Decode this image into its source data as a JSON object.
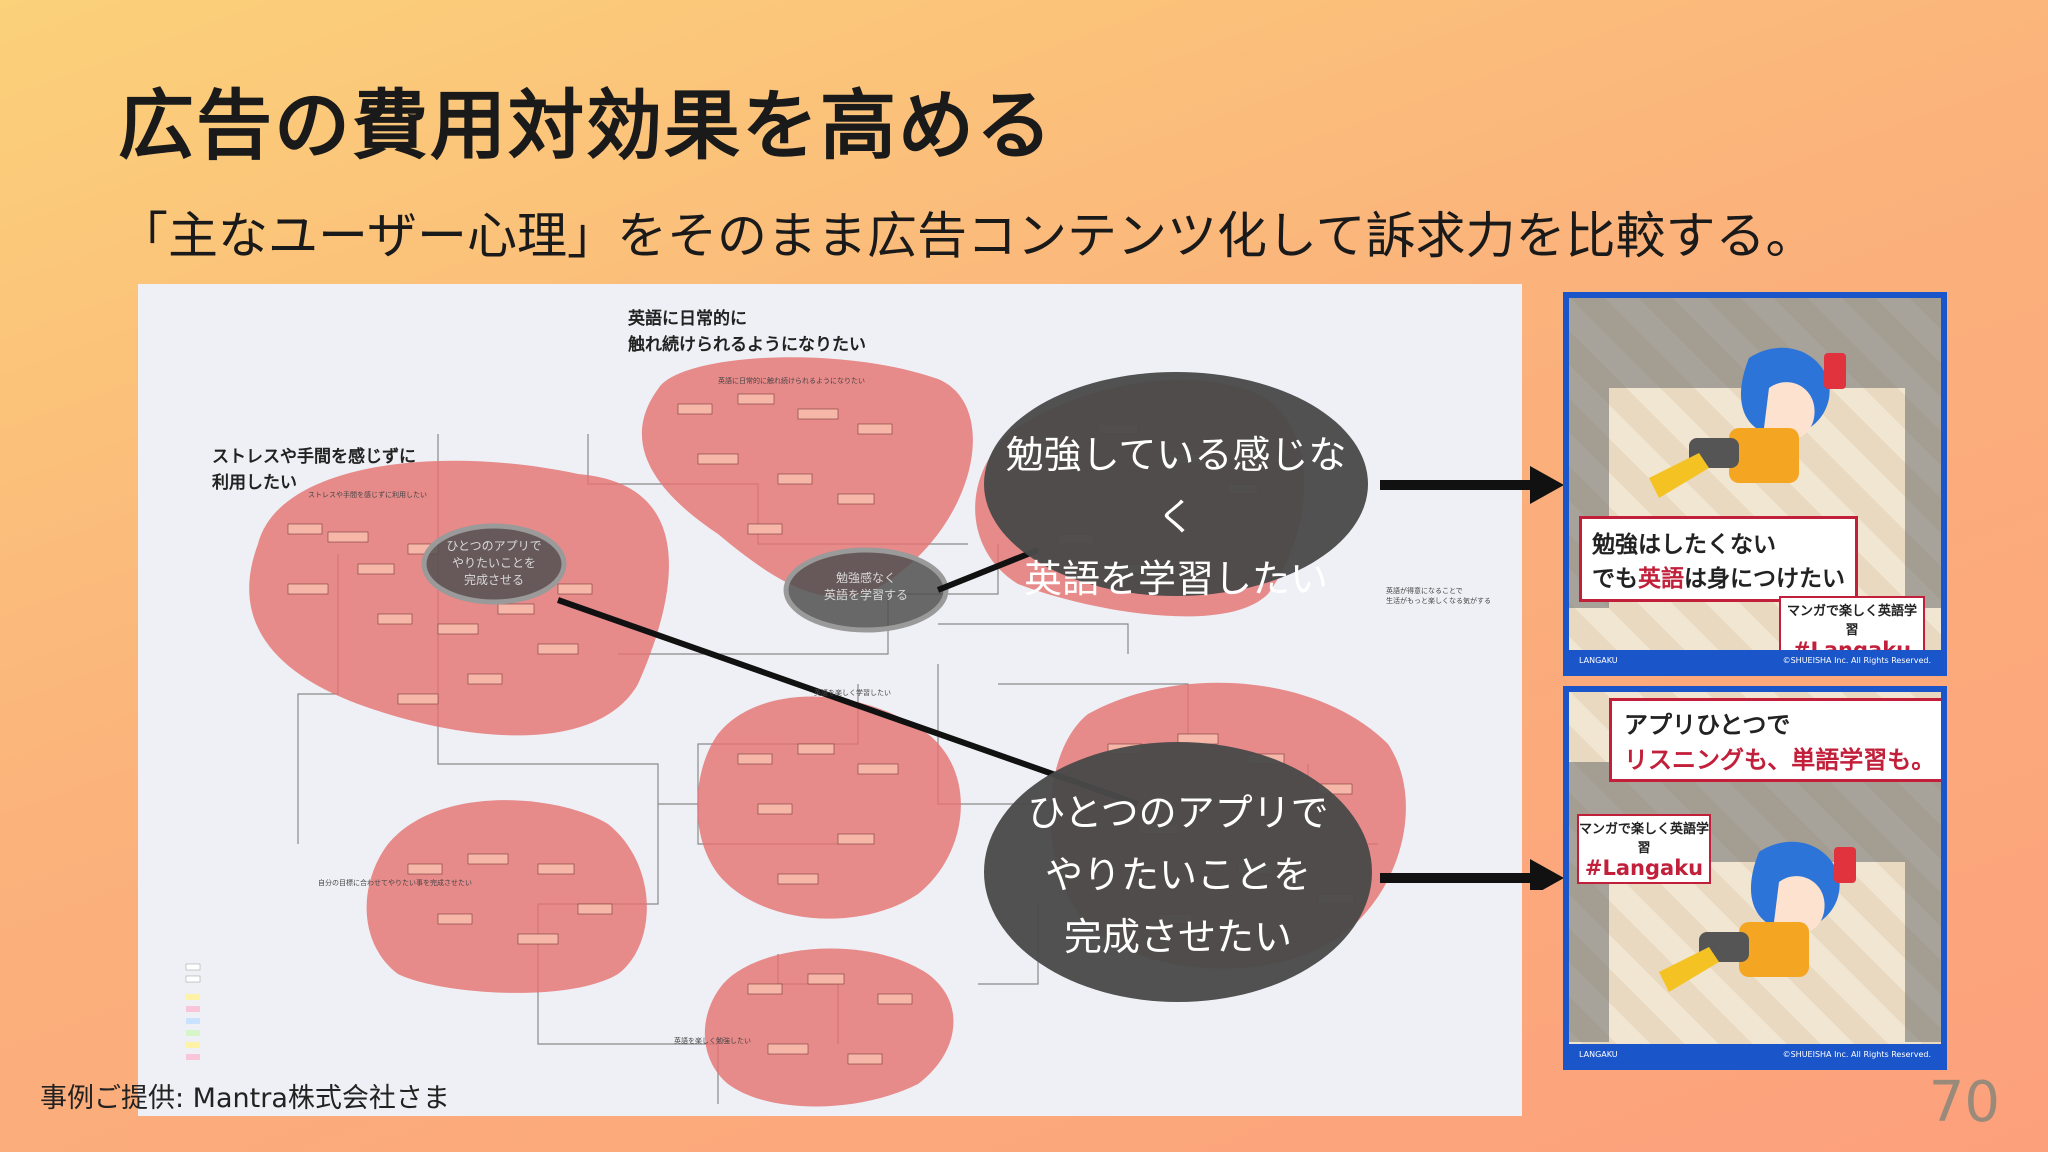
{
  "slide": {
    "title": "広告の費用対効果を高める",
    "subtitle": "「主なユーザー心理」をそのまま広告コンテンツ化して訴求力を比較する。",
    "caption": "事例ご提供: Mantra株式会社さま",
    "page_number": "70"
  },
  "board": {
    "label_top": "英語に日常的に\n触れ続けられるようになりたい",
    "label_left": "ストレスや手間を感じずに\n利用したい",
    "small_oval_left": "ひとつのアプリで\nやりたいことを\n完成させる",
    "small_oval_mid": "勉強感なく\n英語を学習する",
    "tiny_label_left": "ストレスや手間を感じずに利用したい",
    "tiny_label_top": "英語に日常的に触れ続けられるようになりたい",
    "tiny_label_bottom_left": "自分の目標に合わせてやりたい事を完成させたい",
    "tiny_label_center": "英語を楽しく学習したい",
    "tiny_label_bottom_center": "英語を楽しく勉強したい",
    "tiny_label_right": "英語が得意になることで\n生活がもっと楽しくなる気がする"
  },
  "callouts": {
    "top": "勉強している感じなく\n英語を学習したい",
    "bottom": "ひとつのアプリで\nやりたいことを\n完成させたい"
  },
  "ads": {
    "ad1": {
      "line1": "勉強はしたくない",
      "line2_prefix": "でも",
      "line2_highlight": "英語",
      "line2_suffix": "は身につけたい",
      "badge_text": "マンガで楽しく英語学習",
      "hashtag": "#Langaku",
      "brand": "LANGAKU",
      "copyright": "©SHUEISHA Inc. All Rights Reserved."
    },
    "ad2": {
      "line1": "アプリひとつで",
      "line2": "リスニングも、単語学習も。",
      "badge_text": "マンガで楽しく英語学習",
      "hashtag": "#Langaku",
      "brand": "LANGAKU",
      "copyright": "©SHUEISHA Inc. All Rights Reserved."
    }
  },
  "colors": {
    "cluster": "#e57373",
    "oval": "#545454",
    "ad_frame": "#1a55c9",
    "ad_accent": "#c21f3a"
  }
}
